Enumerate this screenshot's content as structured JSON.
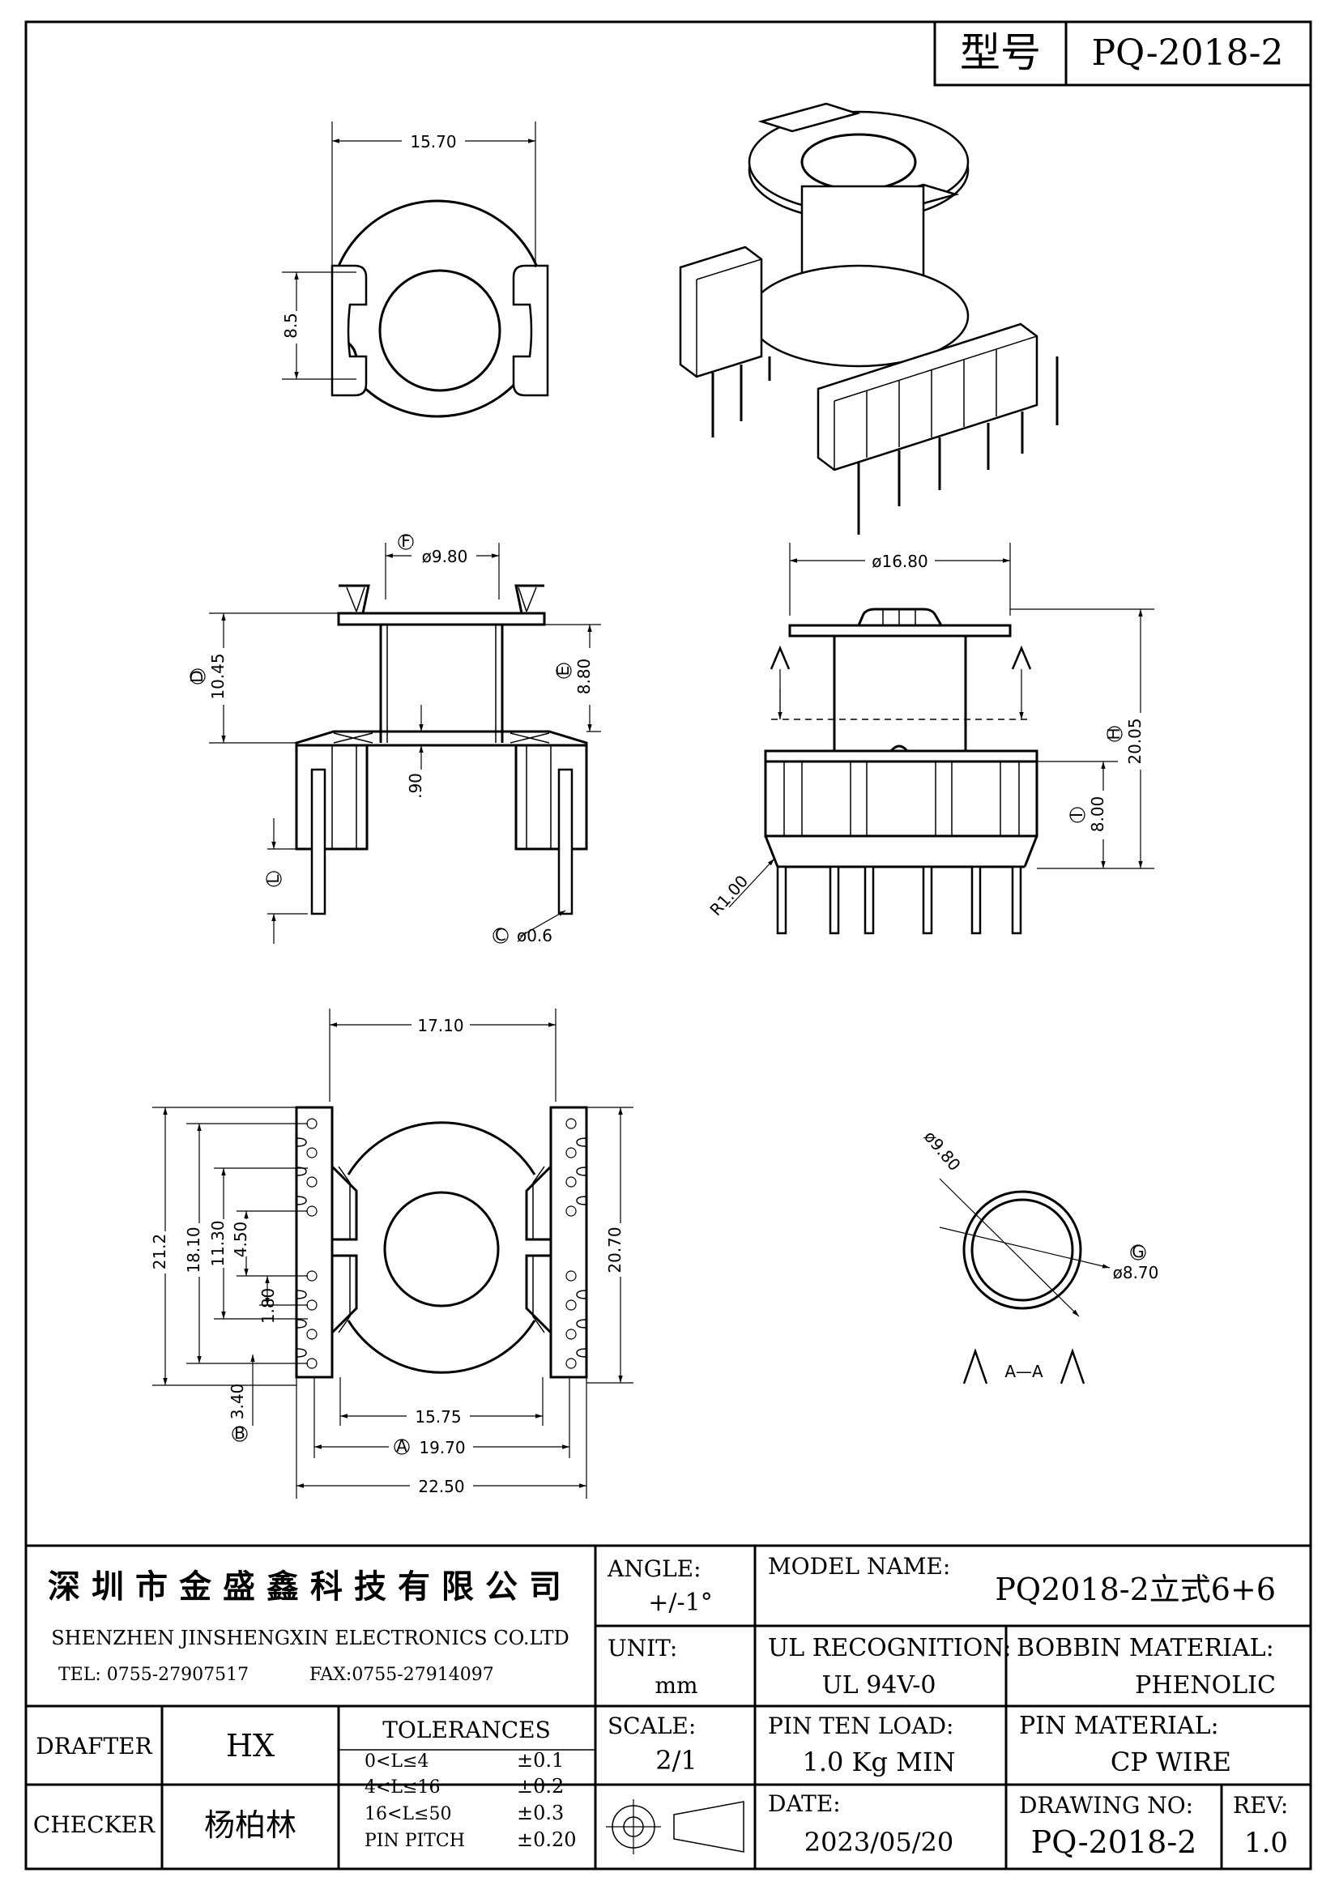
{
  "header": {
    "model_label": "型号",
    "model_value": "PQ-2018-2"
  },
  "dims": {
    "top_width": "15.70",
    "top_slot": "8.5",
    "f_flange": "ø9.80",
    "d_height": "10.45",
    "e_height": "8.80",
    "base_gap": ".90",
    "c_pin": "ø0.6",
    "side_flange": "ø16.80",
    "h_total": "20.05",
    "i_base": "8.00",
    "radius": "R1.00",
    "bottom_width": "17.10",
    "left_h1": "21.2",
    "left_h2": "18.10",
    "left_h3": "11.30",
    "left_h4": "4.50",
    "left_pitch": "1.80",
    "b_pin": "3.40",
    "right_h": "20.70",
    "inner_w": "15.75",
    "a_width": "19.70",
    "outer_w": "22.50",
    "sec_outer": "ø9.80",
    "g_inner": "ø8.70",
    "section_label": "A—A",
    "sec_arrow": "A"
  },
  "circle_letters": [
    "A",
    "B",
    "C",
    "D",
    "E",
    "F",
    "G",
    "H",
    "I",
    "L"
  ],
  "title_block": {
    "company_cn": "深圳市金盛鑫科技有限公司",
    "company_en": "SHENZHEN JINSHENGXIN ELECTRONICS CO.LTD",
    "tel": "TEL: 0755-27907517",
    "fax": "FAX:0755-27914097",
    "angle_label": "ANGLE:",
    "angle_value": "+/-1°",
    "model_name_label": "MODEL NAME:",
    "model_name_value": "PQ2018-2立式6+6",
    "unit_label": "UNIT:",
    "unit_value": "mm",
    "ul_label": "UL RECOGNITION:",
    "ul_value": "UL 94V-0",
    "bobbin_label": "BOBBIN MATERIAL:",
    "bobbin_value": "PHENOLIC",
    "drafter_label": "DRAFTER",
    "drafter_value": "HX",
    "tolerances_label": "TOLERANCES",
    "tol_rows": [
      {
        "range": "0<L≤4",
        "value": "±0.1"
      },
      {
        "range": "4<L≤16",
        "value": "±0.2"
      },
      {
        "range": "16<L≤50",
        "value": "±0.3"
      },
      {
        "range": "PIN PITCH",
        "value": "±0.20"
      }
    ],
    "scale_label": "SCALE:",
    "scale_value": "2/1",
    "pin_load_label": "PIN TEN LOAD:",
    "pin_load_value": "1.0 Kg MIN",
    "pin_material_label": "PIN MATERIAL:",
    "pin_material_value": "CP WIRE",
    "checker_label": "CHECKER",
    "checker_value": "杨柏林",
    "date_label": "DATE:",
    "date_value": "2023/05/20",
    "drawing_no_label": "DRAWING NO:",
    "drawing_no_value": "PQ-2018-2",
    "rev_label": "REV:",
    "rev_value": "1.0"
  }
}
